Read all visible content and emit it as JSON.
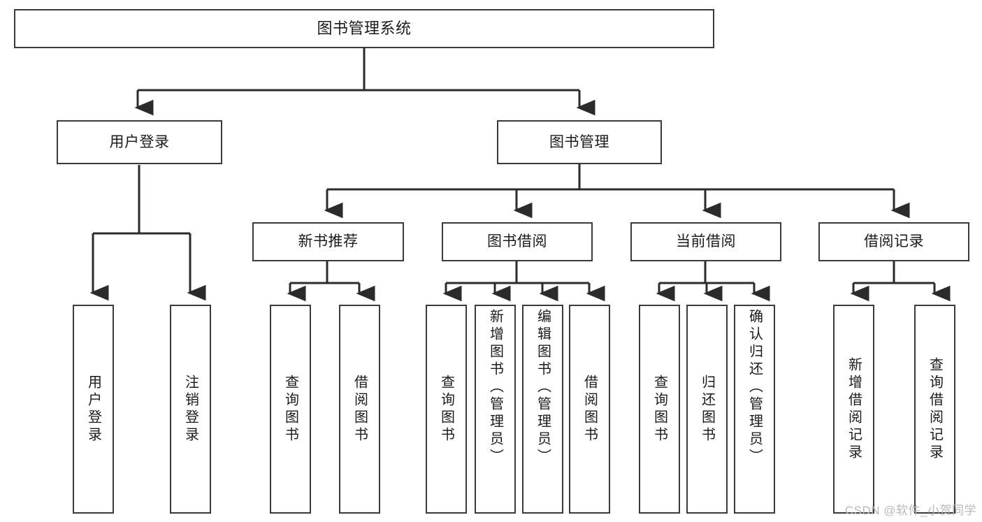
{
  "diagram": {
    "title": "图书管理系统",
    "type": "functional-structure-tree",
    "watermark": "CSDN @软件_小贺同学",
    "colors": {
      "background": "#ffffff",
      "node_border": "#3a3a3a",
      "node_fill": "#ffffff",
      "text": "#1b1b1b",
      "connector": "#2b2b2b",
      "watermark": "#b9b9b9"
    },
    "nodes": {
      "root": {
        "label": "图书管理系统"
      },
      "level2": [
        {
          "id": "user-login",
          "label": "用户登录"
        },
        {
          "id": "book-management",
          "label": "图书管理"
        }
      ],
      "level3": [
        {
          "id": "new-book-recommend",
          "label": "新书推荐"
        },
        {
          "id": "book-borrow",
          "label": "图书借阅"
        },
        {
          "id": "current-borrow",
          "label": "当前借阅"
        },
        {
          "id": "borrow-record",
          "label": "借阅记录"
        }
      ],
      "leaves": {
        "user_login": [
          {
            "id": "leaf-user-login",
            "label": "用户登录"
          },
          {
            "id": "leaf-logout-login",
            "label": "注销登录"
          }
        ],
        "new_book_recommend": [
          {
            "id": "leaf-query-book-1",
            "label": "查询图书"
          },
          {
            "id": "leaf-borrow-book-1",
            "label": "借阅图书"
          }
        ],
        "book_borrow": [
          {
            "id": "leaf-query-book-2",
            "label": "查询图书"
          },
          {
            "id": "leaf-add-book",
            "label": "新增图书（管理员）"
          },
          {
            "id": "leaf-edit-book",
            "label": "编辑图书（管理员）"
          },
          {
            "id": "leaf-borrow-book-2",
            "label": "借阅图书"
          }
        ],
        "current_borrow": [
          {
            "id": "leaf-query-book-3",
            "label": "查询图书"
          },
          {
            "id": "leaf-return-book",
            "label": "归还图书"
          },
          {
            "id": "leaf-confirm-return",
            "label": "确认归还（管理员）"
          }
        ],
        "borrow_record": [
          {
            "id": "leaf-add-borrow-record",
            "label": "新增借阅记录"
          },
          {
            "id": "leaf-query-borrow-record",
            "label": "查询借阅记录"
          }
        ]
      }
    }
  }
}
